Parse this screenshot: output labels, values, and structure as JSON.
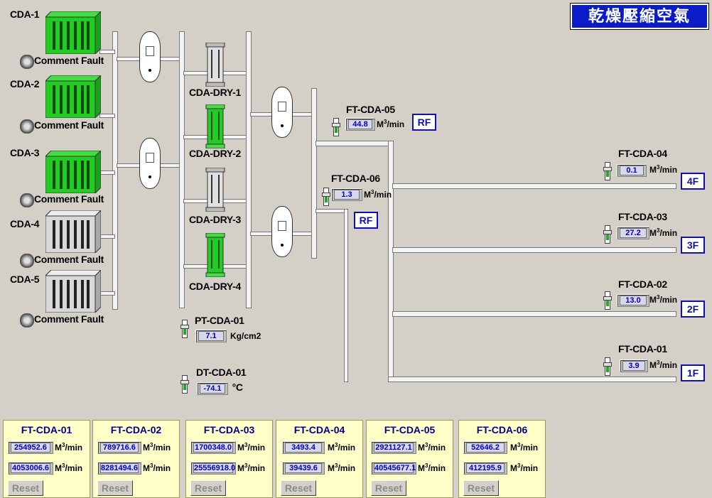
{
  "title": "乾燥壓縮空氣",
  "colors": {
    "accent": "#0a1cc8",
    "running": "#22cc22",
    "stopped": "#d8d8d8",
    "panel": "#ffffc8",
    "value_text": "#0000c8"
  },
  "compressors": [
    {
      "name": "CDA-1",
      "fault": "Comment Fault",
      "state": "running"
    },
    {
      "name": "CDA-2",
      "fault": "Comment Fault",
      "state": "running"
    },
    {
      "name": "CDA-3",
      "fault": "Comment Fault",
      "state": "running"
    },
    {
      "name": "CDA-4",
      "fault": "Comment Fault",
      "state": "stopped"
    },
    {
      "name": "CDA-5",
      "fault": "Comment Fault",
      "state": "stopped"
    }
  ],
  "dryers": [
    {
      "name": "CDA-DRY-1",
      "state": "stopped"
    },
    {
      "name": "CDA-DRY-2",
      "state": "running"
    },
    {
      "name": "CDA-DRY-3",
      "state": "stopped"
    },
    {
      "name": "CDA-DRY-4",
      "state": "running"
    }
  ],
  "flow_unit": {
    "base": "M",
    "sup": "3",
    "tail": "/min"
  },
  "sensors": {
    "pt": {
      "name": "PT-CDA-01",
      "value": "7.1",
      "unit": "Kg/cm2"
    },
    "dt": {
      "name": "DT-CDA-01",
      "value": "-74.1",
      "unit_sup": "o",
      "unit": "C"
    },
    "ft05": {
      "name": "FT-CDA-05",
      "value": "44.8",
      "badge": "RF"
    },
    "ft06": {
      "name": "FT-CDA-06",
      "value": "1.3",
      "badge": "RF"
    },
    "ft04": {
      "name": "FT-CDA-04",
      "value": "0.1",
      "floor": "4F"
    },
    "ft03": {
      "name": "FT-CDA-03",
      "value": "27.2",
      "floor": "3F"
    },
    "ft02": {
      "name": "FT-CDA-02",
      "value": "13.0",
      "floor": "2F"
    },
    "ft01": {
      "name": "FT-CDA-01",
      "value": "3.9",
      "floor": "1F"
    }
  },
  "totals": [
    {
      "name": "FT-CDA-01",
      "v1": "254952.6",
      "v2": "4053006.6",
      "reset": "Reset"
    },
    {
      "name": "FT-CDA-02",
      "v1": "789716.6",
      "v2": "8281494.6",
      "reset": "Reset"
    },
    {
      "name": "FT-CDA-03",
      "v1": "1700348.0",
      "v2": "25556918.0",
      "reset": "Reset"
    },
    {
      "name": "FT-CDA-04",
      "v1": "3493.4",
      "v2": "39439.6",
      "reset": "Reset"
    },
    {
      "name": "FT-CDA-05",
      "v1": "2921127.1",
      "v2": "40545677.1",
      "reset": "Reset"
    },
    {
      "name": "FT-CDA-06",
      "v1": "52646.2",
      "v2": "412195.9",
      "reset": "Reset"
    }
  ]
}
